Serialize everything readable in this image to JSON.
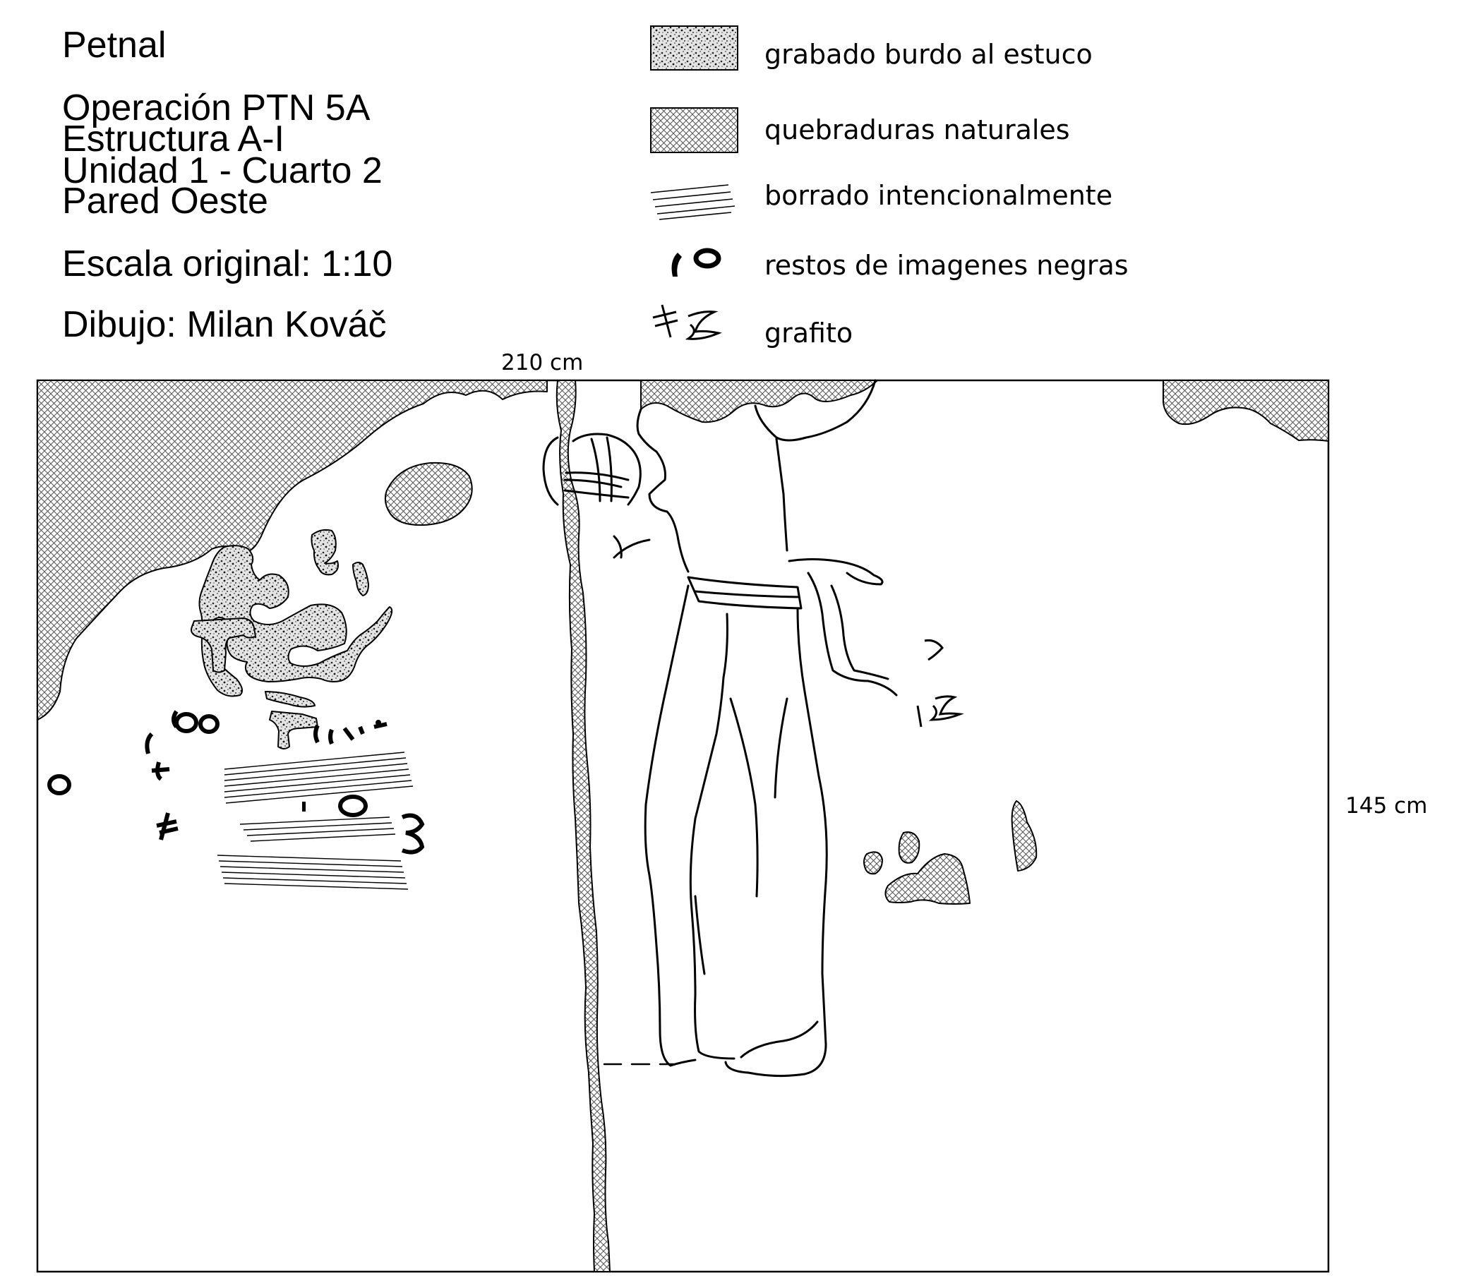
{
  "header": {
    "site": "Petnal",
    "operation": "Operación PTN 5A",
    "structure": "Estructura A-I",
    "unit": "Unidad 1 - Cuarto 2",
    "wall": "Pared Oeste",
    "scale": "Escala original: 1:10",
    "drawing": "Dibujo: Milan Kováč"
  },
  "legend": {
    "items": [
      {
        "label": "grabado burdo al estuco"
      },
      {
        "label": "quebraduras naturales"
      },
      {
        "label": "borrado intencionalmente"
      },
      {
        "label": "restos de imagenes negras"
      },
      {
        "label": "grafito"
      }
    ]
  },
  "dimensions": {
    "width": "210 cm",
    "height": "145 cm"
  }
}
